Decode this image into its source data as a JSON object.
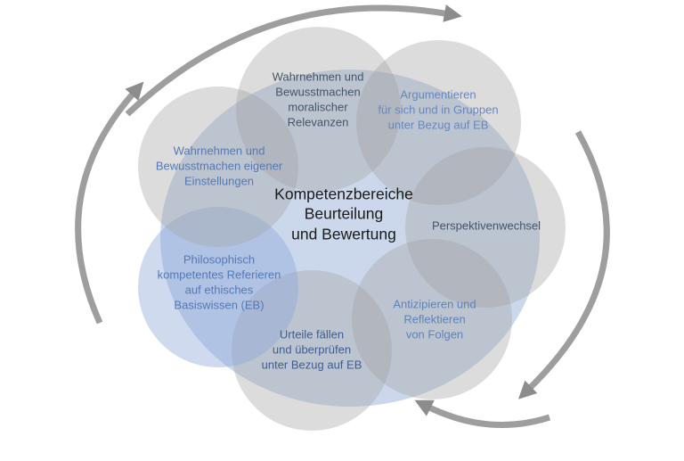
{
  "diagram": {
    "title": "Kompetenzbereiche\nBeurteilung\nund Bewertung",
    "title_color": "#1a1a1a",
    "circles": [
      {
        "label": "Wahrnehmen und\nBewusstmachen\nmoralischer\nRelevanzen",
        "text_color": "#44546a"
      },
      {
        "label": "Argumentieren\nfür sich und in Gruppen\nunter Bezug auf EB",
        "text_color": "#6787bd"
      },
      {
        "label": "Perspektivenwechsel",
        "text_color": "#44546a"
      },
      {
        "label": "Antizipieren und\nReflektieren\nvon Folgen",
        "text_color": "#5e82ba"
      },
      {
        "label": "Urteile fällen\nund überprüfen\nunter Bezug auf EB",
        "text_color": "#3d5d93"
      },
      {
        "label": "Philosophisch\nkompetentes Referieren\nauf ethisches\nBasiswissen (EB)",
        "text_color": "#5479b5"
      },
      {
        "label": "Wahrnehmen und\nBewusstmachen eigener\nEinstellungen",
        "text_color": "#5479b5"
      }
    ],
    "colors": {
      "center_circle_fill": "#cbd8ec",
      "outer_circle_fill_gray": "rgba(162,162,164,0.38)",
      "outer_circle_fill_blue": "rgba(140,168,218,0.42)",
      "arrow": "#9e9e9e",
      "arrow_head": "#8c8c8c"
    },
    "arrows": {
      "direction": "clockwise",
      "icons": [
        "rotation-arrow-top-icon",
        "rotation-arrow-right-icon",
        "rotation-arrow-bottom-icon",
        "rotation-arrow-left-icon"
      ]
    }
  }
}
